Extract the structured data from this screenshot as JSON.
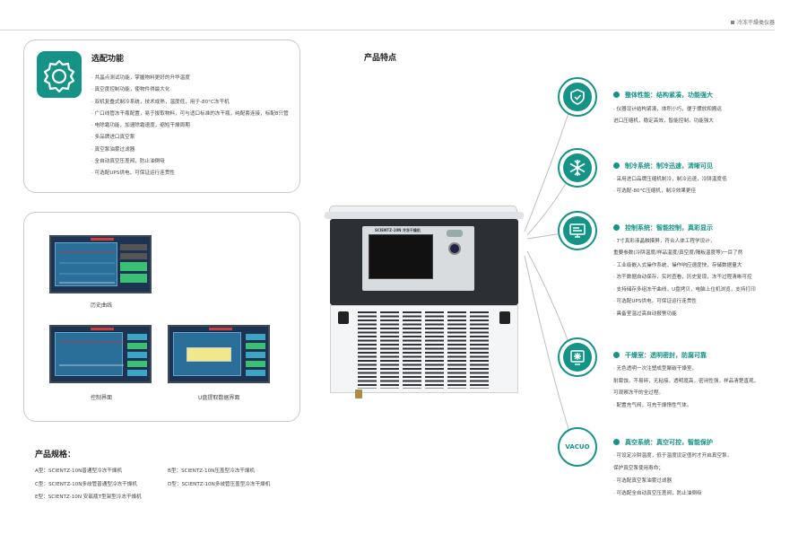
{
  "header": {
    "category": "冷冻干燥类仪器"
  },
  "options": {
    "title": "选配功能",
    "items": [
      "· 共晶点测试功能，掌握物料更好的升华温度",
      "· 真空度控制功能，使物件得最大化",
      "· 双机复叠式制冷系统，技术成熟，温度低，用于-80°C冻干机",
      "· 广口线管冻干瓶配置，易于拔取物料，可与适口标准的冻干瓶，纯配套连接，标配8只管",
      "· 电除霜功能，加速除霜速度，缩短干燥周期",
      "· 多品牌进口真空泵",
      "· 真空泵油雾过滤器",
      "· 全自动真空压差阀，防止油倒吸",
      "· 可选配UPS供电，可保证运行连贯性"
    ]
  },
  "screens": {
    "history_caption": "历史曲线",
    "control_caption": "控制界面",
    "usb_caption": "U盘提取数据界面"
  },
  "specs": {
    "title": "产品规格：",
    "items": [
      "A型：SCIENTZ-10N普通型冷冻干燥机",
      "B型：SCIENTZ-10N压盖型冷冻干燥机",
      "C型：SCIENTZ-10N多歧管普通型冷冻干燥机",
      "D型：SCIENTZ-10N多歧管压盖型冷冻干燥机",
      "E型：SCIENTZ-10N 安瓿瓶T型架型冷冻干燥机"
    ]
  },
  "features": {
    "title": "产品特点",
    "machine_brand": "SCIENTZ-10N 冷冻干燥机",
    "items": [
      {
        "icon": "shield-check-icon",
        "heading": "整体性能：结构紧凑，功能强大",
        "lines": [
          "· 仪器设计结构紧凑，体积小巧，便于摆放和搬运",
          "进口压缩机，稳定高效，智能控制，功能强大"
        ]
      },
      {
        "icon": "snowflake-icon",
        "heading": "制冷系统：制冷迅速，清晰可见",
        "lines": [
          "· 采用进口品牌压缩机制冷，制冷迅速，冷阱温度低",
          "· 可选配-80°C压缩机，制冷效果更佳"
        ]
      },
      {
        "icon": "monitor-icon",
        "heading": "控制系统：智能控制，真彩显示",
        "lines": [
          "· 7寸真彩液晶触摸屏，符合人体工程学设计，",
          "重要参数(冷阱温度/样品温度/真空度/隔板温度等)一目了然",
          "· 工业级嵌入式操作系统，操作响应速度快，存储数据量大",
          "· 冻干数据自动保存，实时查看，历史复现，冻干过程清晰可控",
          "· 支持储存多组冻干曲线，U盘拷贝，电脑上位机浏览，支持打印",
          "· 可选配UPS供电，可保证运行连贯性",
          "· 具备室温过高自动报警功能"
        ]
      },
      {
        "icon": "drying-chamber-icon",
        "heading": "干燥室：透明密封，防腐可靠",
        "lines": [
          "· 无色透明一次注塑成型聚碳干燥室，",
          "耐腐蚀，不易碎，无粘接，透明度高，密闭性强，样品清楚直观，",
          "可观察冻干的全过程。",
          "· 配置充气阀，可充干燥惰性气体。"
        ]
      },
      {
        "icon": "vacuo-label",
        "label": "VACUO",
        "heading": "真空系统：真空可控，智能保护",
        "lines": [
          "· 可设定冷阱温度，低于温度设定值时才开启真空泵，",
          "保护真空泵使用寿命；",
          "· 可选配真空泵油雾过滤器",
          "· 可选配全自动真空压差阀，防止油倒吸"
        ]
      }
    ]
  },
  "colors": {
    "accent": "#149386",
    "machine_dark": "#2c2f33"
  }
}
